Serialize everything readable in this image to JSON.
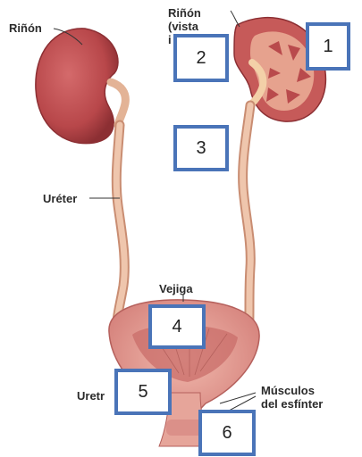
{
  "labels": {
    "kidney": "Riñón",
    "kidney_section_line1": "Riñón",
    "kidney_section_line2": "(vista",
    "kidney_section_line3": "i",
    "ureter": "Uréter",
    "bladder": "Vejiga",
    "urethra": "Uretr",
    "sphincter_line1": "Músculos",
    "sphincter_line2": "del esfínter"
  },
  "markers": [
    "1",
    "2",
    "3",
    "4",
    "5",
    "6"
  ],
  "colors": {
    "kidney": "#b8474a",
    "kidney_dark": "#8c2f33",
    "ureter": "#e8b89a",
    "ureter_edge": "#c98d72",
    "bladder": "#e39a8f",
    "bladder_inner": "#c96e6a",
    "marker_border": "#4a74b8"
  }
}
